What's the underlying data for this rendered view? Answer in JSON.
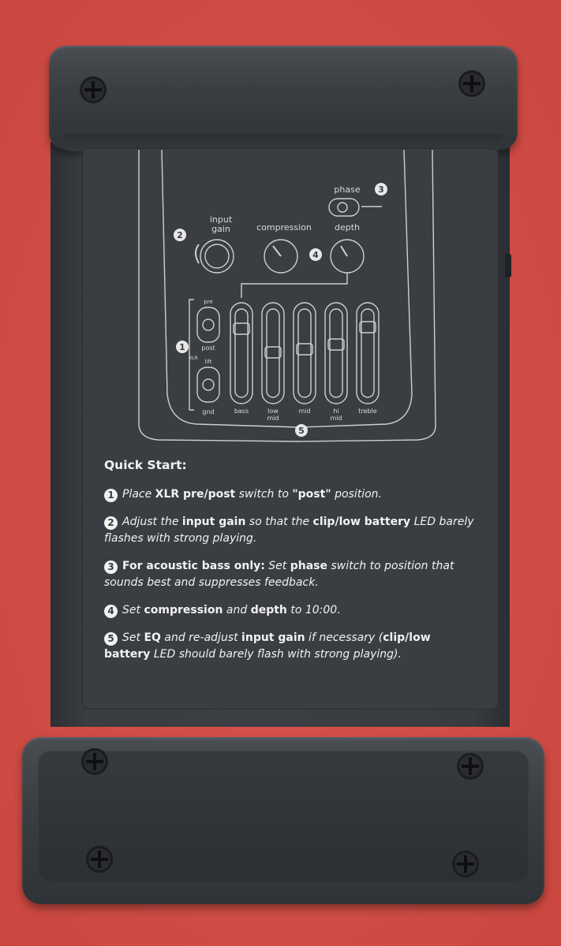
{
  "diagram": {
    "input_gain_label_line1": "input",
    "input_gain_label_line2": "gain",
    "compression_label": "compression",
    "phase_label": "phase",
    "depth_label": "depth",
    "pre_label": "pre",
    "post_label": "post",
    "lift_label": "lift",
    "gnd_label": "gnd",
    "xlr_label": "XLR",
    "callouts": [
      "1",
      "2",
      "3",
      "4",
      "5"
    ],
    "eq_bands": [
      {
        "line1": "bass",
        "line2": ""
      },
      {
        "line1": "low",
        "line2": "mid"
      },
      {
        "line1": "mid",
        "line2": ""
      },
      {
        "line1": "hi",
        "line2": "mid"
      },
      {
        "line1": "treble",
        "line2": ""
      }
    ]
  },
  "quick_start": {
    "title": "Quick Start:",
    "steps": [
      {
        "num": "1",
        "parts": [
          [
            "Place ",
            false
          ],
          [
            "XLR pre/post",
            true
          ],
          [
            " switch to ",
            false
          ],
          [
            "\"post\"",
            true
          ],
          [
            " position.",
            false
          ]
        ]
      },
      {
        "num": "2",
        "parts": [
          [
            "Adjust the ",
            false
          ],
          [
            "input gain",
            true
          ],
          [
            " so that the ",
            false
          ],
          [
            "clip/low battery",
            true
          ],
          [
            " LED barely flashes with strong playing.",
            false
          ]
        ]
      },
      {
        "num": "3",
        "parts": [
          [
            "For acoustic bass only:",
            true
          ],
          [
            " Set ",
            false
          ],
          [
            "phase",
            true
          ],
          [
            " switch to position that sounds best and suppresses feedback.",
            false
          ]
        ]
      },
      {
        "num": "4",
        "parts": [
          [
            "Set ",
            false
          ],
          [
            "compression",
            true
          ],
          [
            " and ",
            false
          ],
          [
            "depth",
            true
          ],
          [
            " to 10:00.",
            false
          ]
        ]
      },
      {
        "num": "5",
        "parts": [
          [
            "Set ",
            false
          ],
          [
            "EQ",
            true
          ],
          [
            " and re-adjust ",
            false
          ],
          [
            "input gain",
            true
          ],
          [
            " if necessary (",
            false
          ],
          [
            "clip/low battery",
            true
          ],
          [
            " LED should barely flash with strong playing).",
            false
          ]
        ]
      }
    ]
  }
}
